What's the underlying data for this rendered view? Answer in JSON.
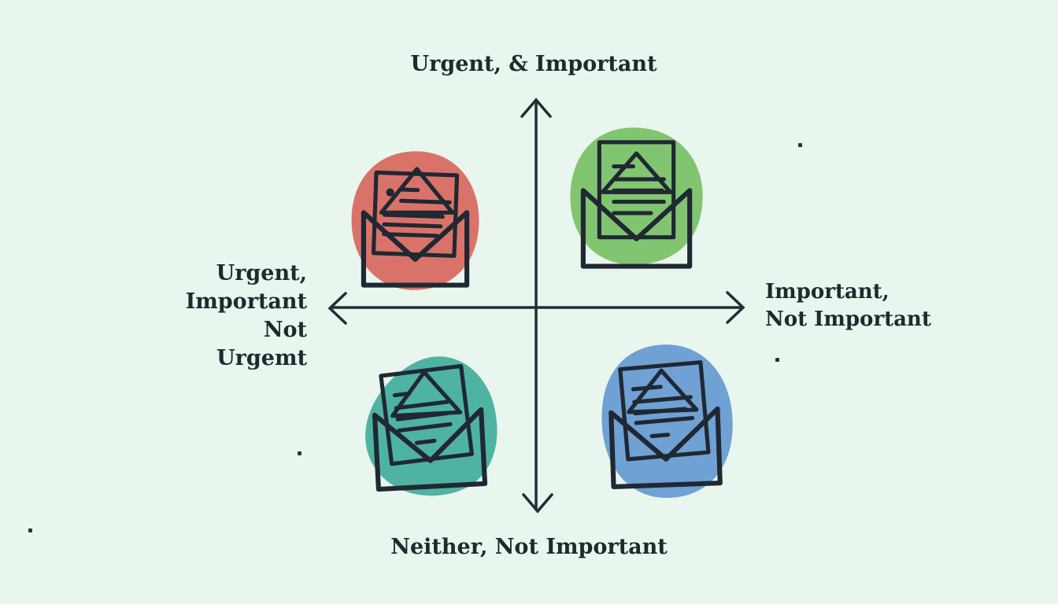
{
  "matrix": {
    "colors": {
      "background": "#e8f6ed",
      "axis": "#232d36",
      "envelope_gray": "#d4d4d6",
      "back_flap_gray": "#c9c9cc",
      "paper_white": "#f6f6f3",
      "outline_dark": "#202833",
      "text_dark": "#1d2a2e"
    },
    "axis_labels": {
      "top": "Urgent, & Important",
      "bottom": "Neither, Not Important",
      "left_lines": [
        "Urgent,",
        "Important",
        "Not",
        "Urgemt"
      ],
      "right_lines": [
        "Important,",
        "Not Important"
      ]
    },
    "quadrants": [
      {
        "position": "top-left",
        "icon": "open-envelope-with-letter",
        "blob_color": "#d9736a"
      },
      {
        "position": "top-right",
        "icon": "open-envelope-with-letter",
        "blob_color": "#82c571"
      },
      {
        "position": "bottom-left",
        "icon": "open-envelope-with-letter",
        "blob_color": "#4fb3a2"
      },
      {
        "position": "bottom-right",
        "icon": "open-envelope-with-letter",
        "blob_color": "#6fa1d4"
      }
    ]
  }
}
